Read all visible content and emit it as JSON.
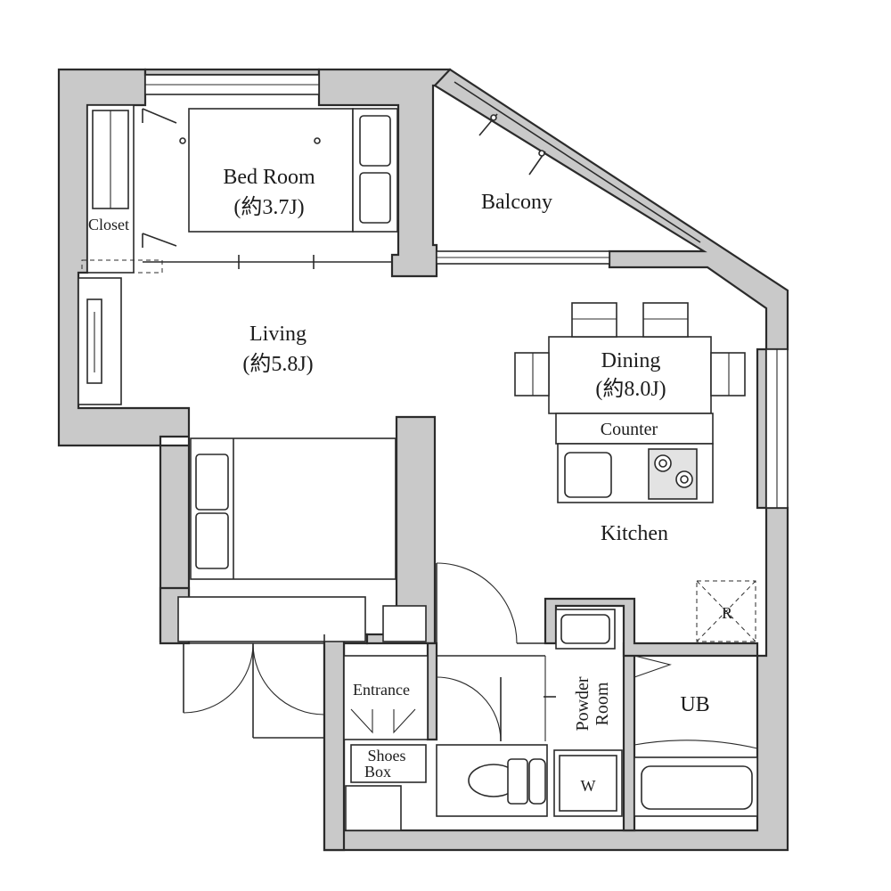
{
  "rooms": {
    "bedroom": {
      "name": "Bed Room",
      "size": "(約3.7J)"
    },
    "balcony": {
      "name": "Balcony"
    },
    "closet": {
      "name": "Closet"
    },
    "living": {
      "name": "Living",
      "size": "(約5.8J)"
    },
    "dining": {
      "name": "Dining",
      "size": "(約8.0J)"
    },
    "counter": {
      "name": "Counter"
    },
    "kitchen": {
      "name": "Kitchen"
    },
    "entrance": {
      "name": "Entrance"
    },
    "shoes_box": {
      "line1": "Shoes",
      "line2": "Box"
    },
    "powder_room": {
      "line1": "Powder",
      "line2": "Room"
    },
    "unit_bath": {
      "name": "UB"
    },
    "washer": {
      "name": "W"
    },
    "fridge": {
      "name": "R"
    }
  },
  "colors": {
    "wall_fill": "#c9c9c9",
    "line": "#2b2b2b",
    "background": "#ffffff"
  }
}
